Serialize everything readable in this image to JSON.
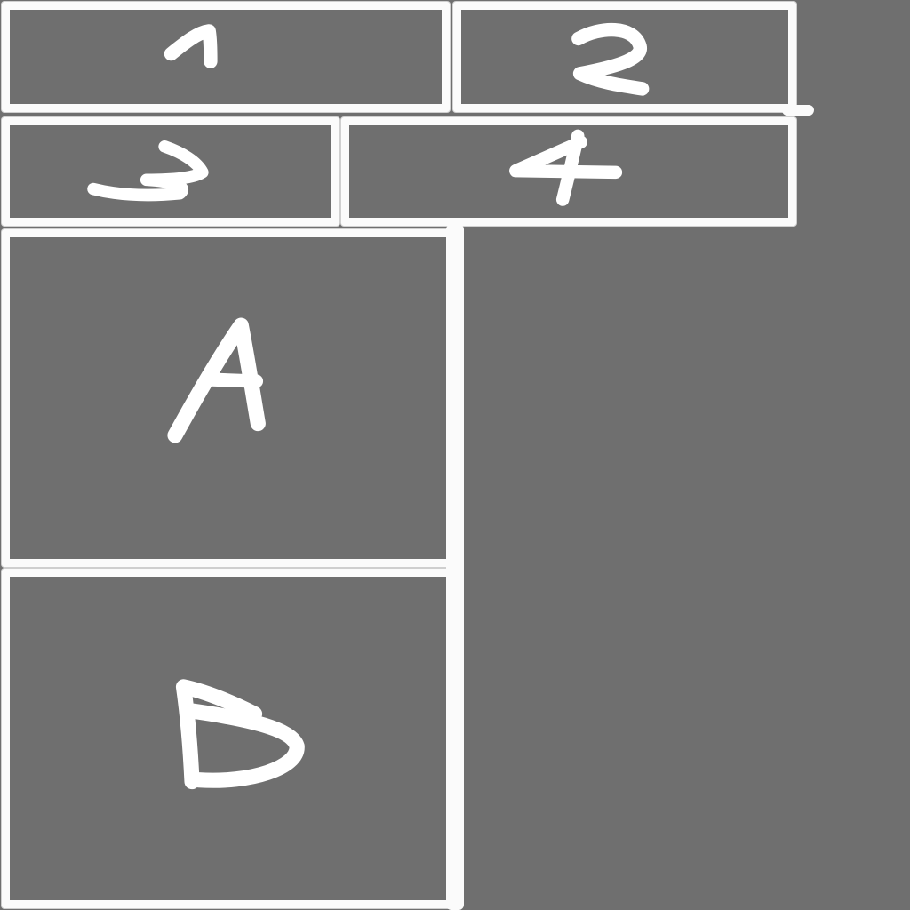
{
  "cells": [
    {
      "id": "1",
      "label": "1"
    },
    {
      "id": "2",
      "label": "2"
    },
    {
      "id": "3",
      "label": "3"
    },
    {
      "id": "4",
      "label": "4"
    },
    {
      "id": "A",
      "label": "A"
    },
    {
      "id": "B",
      "label": "B"
    }
  ],
  "colors": {
    "background": "#6f6f6f",
    "stroke": "#ffffff"
  }
}
